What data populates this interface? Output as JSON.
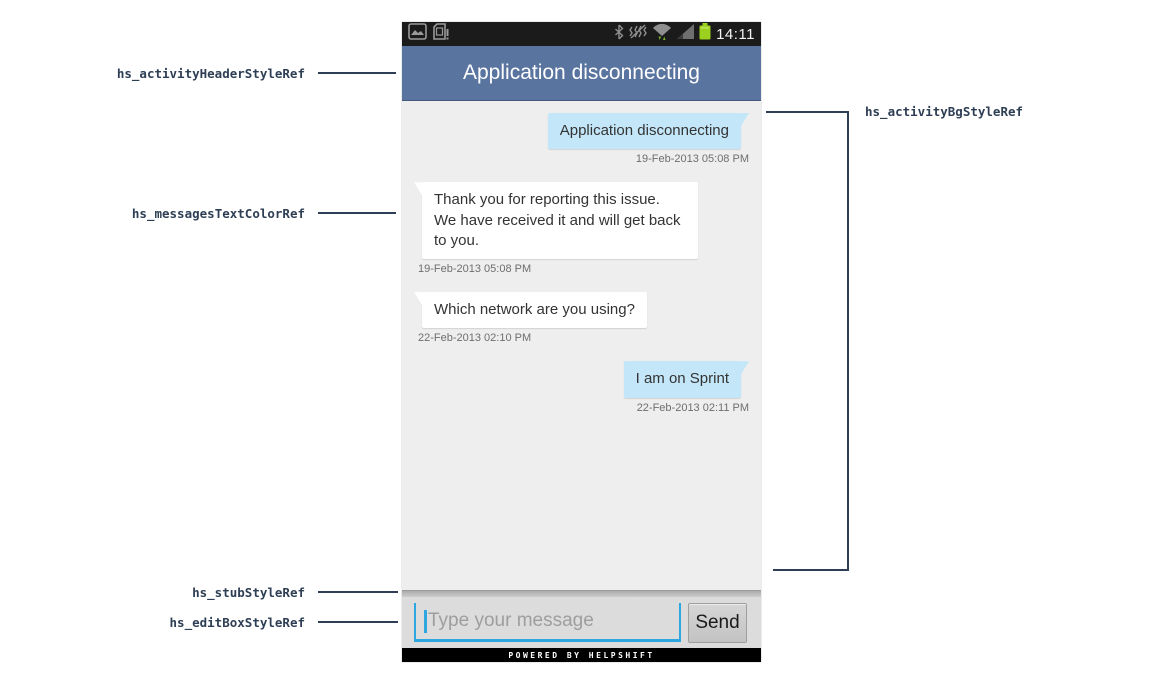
{
  "annotations": {
    "color": "#2e3e54",
    "left": [
      {
        "label": "hs_activityHeaderStyleRef"
      },
      {
        "label": "hs_messagesTextColorRef"
      },
      {
        "label": "hs_stubStyleRef"
      },
      {
        "label": "hs_editBoxStyleRef"
      }
    ],
    "right": {
      "label": "hs_activityBgStyleRef"
    }
  },
  "phone": {
    "status_bar": {
      "time": "14:11",
      "icons": [
        "gallery-icon",
        "sim-card-icon",
        "bluetooth-icon",
        "vibrate-off-icon",
        "wifi-icon",
        "signal-icon",
        "battery-icon"
      ],
      "battery_color": "#9bd01e"
    },
    "header": {
      "title": "Application disconnecting",
      "bg_color": "#5a74a0"
    },
    "chat": {
      "bg_color": "#eeeeee",
      "outgoing_bubble_color": "#c3e7f8",
      "incoming_bubble_color": "#ffffff",
      "text_color": "#333333"
    },
    "messages": [
      {
        "side": "right",
        "text": "Application disconnecting",
        "timestamp": "19-Feb-2013 05:08 PM"
      },
      {
        "side": "left",
        "text": "Thank you for reporting this issue. We have received it and will get back to you.",
        "timestamp": "19-Feb-2013 05:08 PM"
      },
      {
        "side": "left",
        "text": "Which network are you using?",
        "timestamp": "22-Feb-2013 02:10 PM"
      },
      {
        "side": "right",
        "text": "I am on Sprint",
        "timestamp": "22-Feb-2013 02:11 PM"
      }
    ],
    "composer": {
      "placeholder": "Type your message",
      "send_label": "Send",
      "underline_color": "#2ea7e0"
    },
    "footer": {
      "text": "POWERED BY HELPSHIFT"
    }
  }
}
